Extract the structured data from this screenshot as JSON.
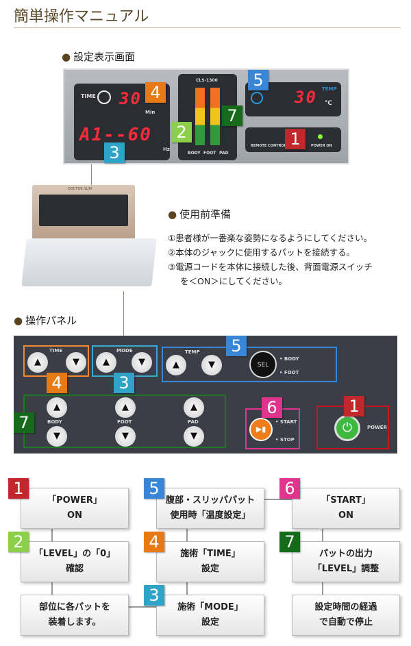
{
  "title": "簡単操作マニュアル",
  "sections": {
    "display": "設定表示画面",
    "prep": "使用前準備",
    "panel": "操作パネル"
  },
  "display": {
    "time_label": "TIME",
    "time_value": "30",
    "time_unit": "Min",
    "mode_value": "A1--60",
    "mode_unit": "Hz",
    "model": "CLS-1300",
    "bars": [
      "BODY",
      "FOOT",
      "PAD"
    ],
    "temp_label": "TEMP",
    "temp_value": "30",
    "temp_unit": "℃",
    "remote_label": "REMOTE CONTROL",
    "power_on_label": "POWER ON",
    "device_brand": "DOCTOR SLIM"
  },
  "prep_steps": [
    "①患者様が一番楽な姿勢になるようにしてください。",
    "②本体のジャックに使用するパットを接続する。",
    "③電源コードを本体に接続した後、背面電源スイッチ",
    "を＜ON＞にしてください。"
  ],
  "control_panel": {
    "time": "TIME",
    "mode": "MODE",
    "temp": "TEMP",
    "body": "BODY",
    "foot": "FOOT",
    "pad": "PAD",
    "sel": "SEL",
    "start": "• START",
    "stop": "• STOP",
    "power": "POWER",
    "body_sel": "• BODY",
    "foot_sel": "• FOOT"
  },
  "badges": [
    "1",
    "2",
    "3",
    "4",
    "5",
    "6",
    "7"
  ],
  "badge_colors": {
    "1": "#c0282b",
    "2": "#8ccf4a",
    "3": "#2fa3c8",
    "4": "#e87a15",
    "5": "#3a86d6",
    "6": "#e0358e",
    "7": "#166b1a"
  },
  "flow": [
    {
      "badge": "1",
      "l1": "「POWER」",
      "l2": "ON"
    },
    {
      "badge": "2",
      "l1": "「LEVEL」の「0」",
      "l2": "確認"
    },
    {
      "badge": "",
      "l1": "部位に各パットを",
      "l2": "装着します。"
    },
    {
      "badge": "5",
      "l1": "腹部・スリッパパット",
      "l2": "使用時「温度設定」"
    },
    {
      "badge": "4",
      "l1": "施術「TIME」",
      "l2": "設定"
    },
    {
      "badge": "3",
      "l1": "施術「MODE」",
      "l2": "設定"
    },
    {
      "badge": "6",
      "l1": "「START」",
      "l2": "ON"
    },
    {
      "badge": "7",
      "l1": "パットの出力",
      "l2": "「LEVEL」調整"
    },
    {
      "badge": "",
      "l1": "設定時間の経過",
      "l2": "で自動で停止"
    }
  ]
}
